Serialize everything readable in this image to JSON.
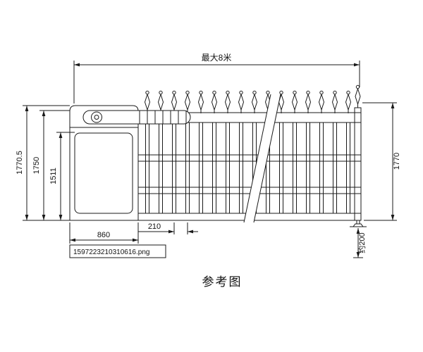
{
  "drawing": {
    "caption": "参考图",
    "filename": "1597223210310616.png",
    "dims": {
      "top_width": "最大8米",
      "overall_height": "1770.5",
      "cabinet_height": "1750",
      "door_height": "1511",
      "right_height": "1770",
      "cabinet_width": "860",
      "picket_spacing": "210",
      "ground_clearance": "约200"
    },
    "colors": {
      "line": "#1a1a1a",
      "background": "#ffffff"
    }
  }
}
